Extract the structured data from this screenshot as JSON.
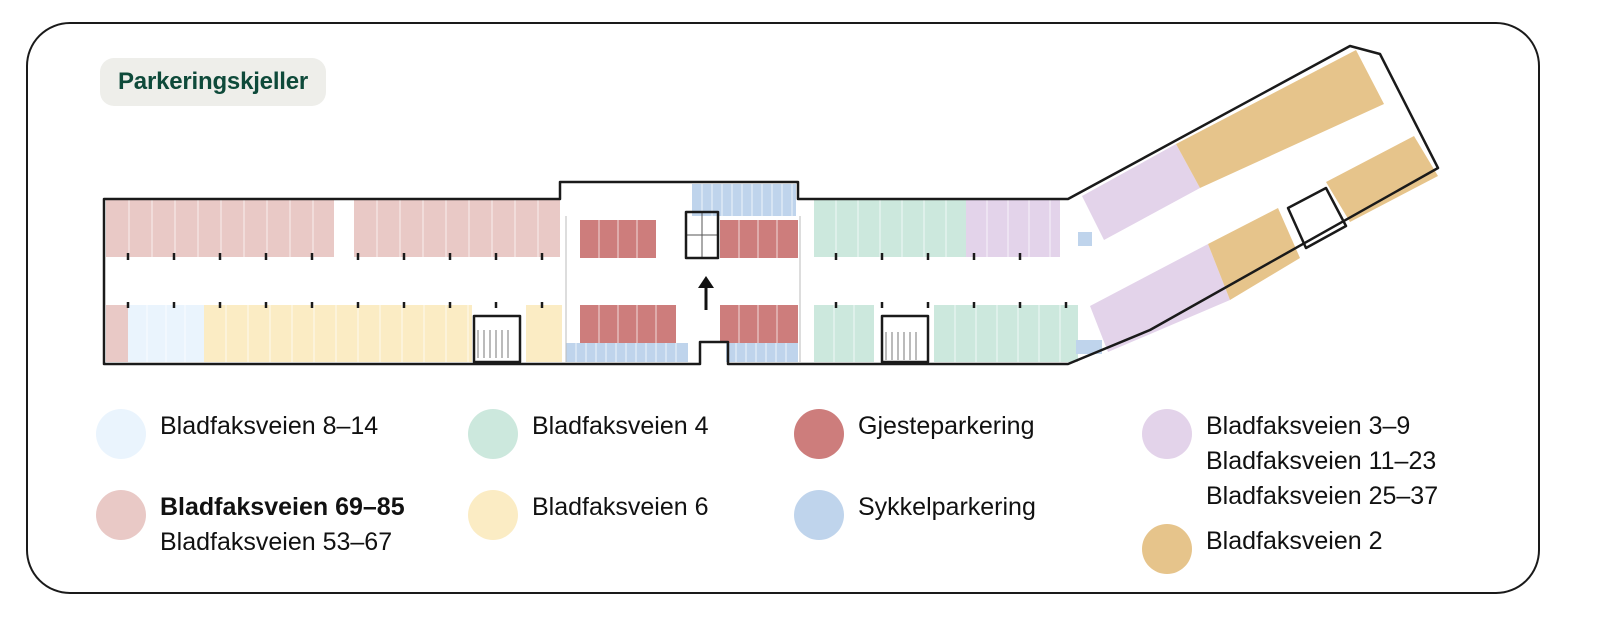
{
  "title": "Parkeringskjeller",
  "colors": {
    "b8_14": "#eaf4fd",
    "b69_85": "#e9c9c6",
    "b4": "#cce8dd",
    "b6": "#fbecc4",
    "guest": "#cd7d7c",
    "bike": "#bfd4ec",
    "b3_9": "#e3d3ea",
    "b2": "#e6c48b",
    "outline": "#1a1a1a",
    "title_text": "#0e4a3a"
  },
  "legend": [
    {
      "color_key": "b8_14",
      "labels": [
        {
          "text": "Bladfaksveien 8–14",
          "bold": false
        }
      ]
    },
    {
      "color_key": "b69_85",
      "labels": [
        {
          "text": "Bladfaksveien 69–85",
          "bold": true
        },
        {
          "text": "Bladfaksveien 53–67",
          "bold": false
        }
      ]
    },
    {
      "color_key": "b4",
      "labels": [
        {
          "text": "Bladfaksveien 4",
          "bold": false
        }
      ]
    },
    {
      "color_key": "b6",
      "labels": [
        {
          "text": "Bladfaksveien 6",
          "bold": false
        }
      ]
    },
    {
      "color_key": "guest",
      "labels": [
        {
          "text": "Gjesteparkering",
          "bold": false
        }
      ]
    },
    {
      "color_key": "bike",
      "labels": [
        {
          "text": "Sykkelparkering",
          "bold": false
        }
      ]
    },
    {
      "color_key": "b3_9",
      "labels": [
        {
          "text": "Bladfaksveien 3–9",
          "bold": false
        },
        {
          "text": "Bladfaksveien 11–23",
          "bold": false
        },
        {
          "text": "Bladfaksveien 25–37",
          "bold": false
        }
      ]
    },
    {
      "color_key": "b2",
      "labels": [
        {
          "text": "Bladfaksveien 2",
          "bold": false
        }
      ]
    }
  ],
  "plan": {
    "icons": {
      "entrance": "entrance-arrow-icon",
      "stair": "stair-icon",
      "bike": "bike-rack-icon"
    }
  }
}
